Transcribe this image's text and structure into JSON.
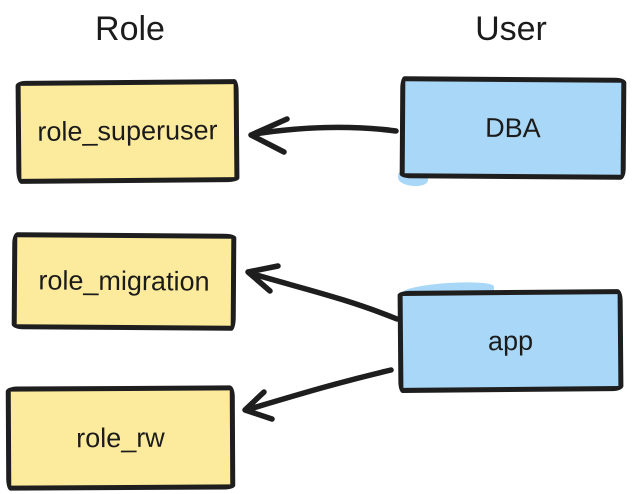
{
  "diagram": {
    "columns": [
      {
        "id": "role",
        "title": "Role"
      },
      {
        "id": "user",
        "title": "User"
      }
    ],
    "nodes": [
      {
        "id": "role_superuser",
        "label": "role_superuser",
        "group": "role"
      },
      {
        "id": "role_migration",
        "label": "role_migration",
        "group": "role"
      },
      {
        "id": "role_rw",
        "label": "role_rw",
        "group": "role"
      },
      {
        "id": "dba",
        "label": "DBA",
        "group": "user"
      },
      {
        "id": "app",
        "label": "app",
        "group": "user"
      }
    ],
    "edges": [
      {
        "from": "DBA",
        "to": "role_superuser"
      },
      {
        "from": "app",
        "to": "role_migration"
      },
      {
        "from": "app",
        "to": "role_rw"
      }
    ],
    "colors": {
      "role_fill": "#fdeb9d",
      "user_fill": "#a9d7f7",
      "stroke": "#1e1e1e",
      "text": "#1b1b1b",
      "background": "#ffffff"
    }
  }
}
